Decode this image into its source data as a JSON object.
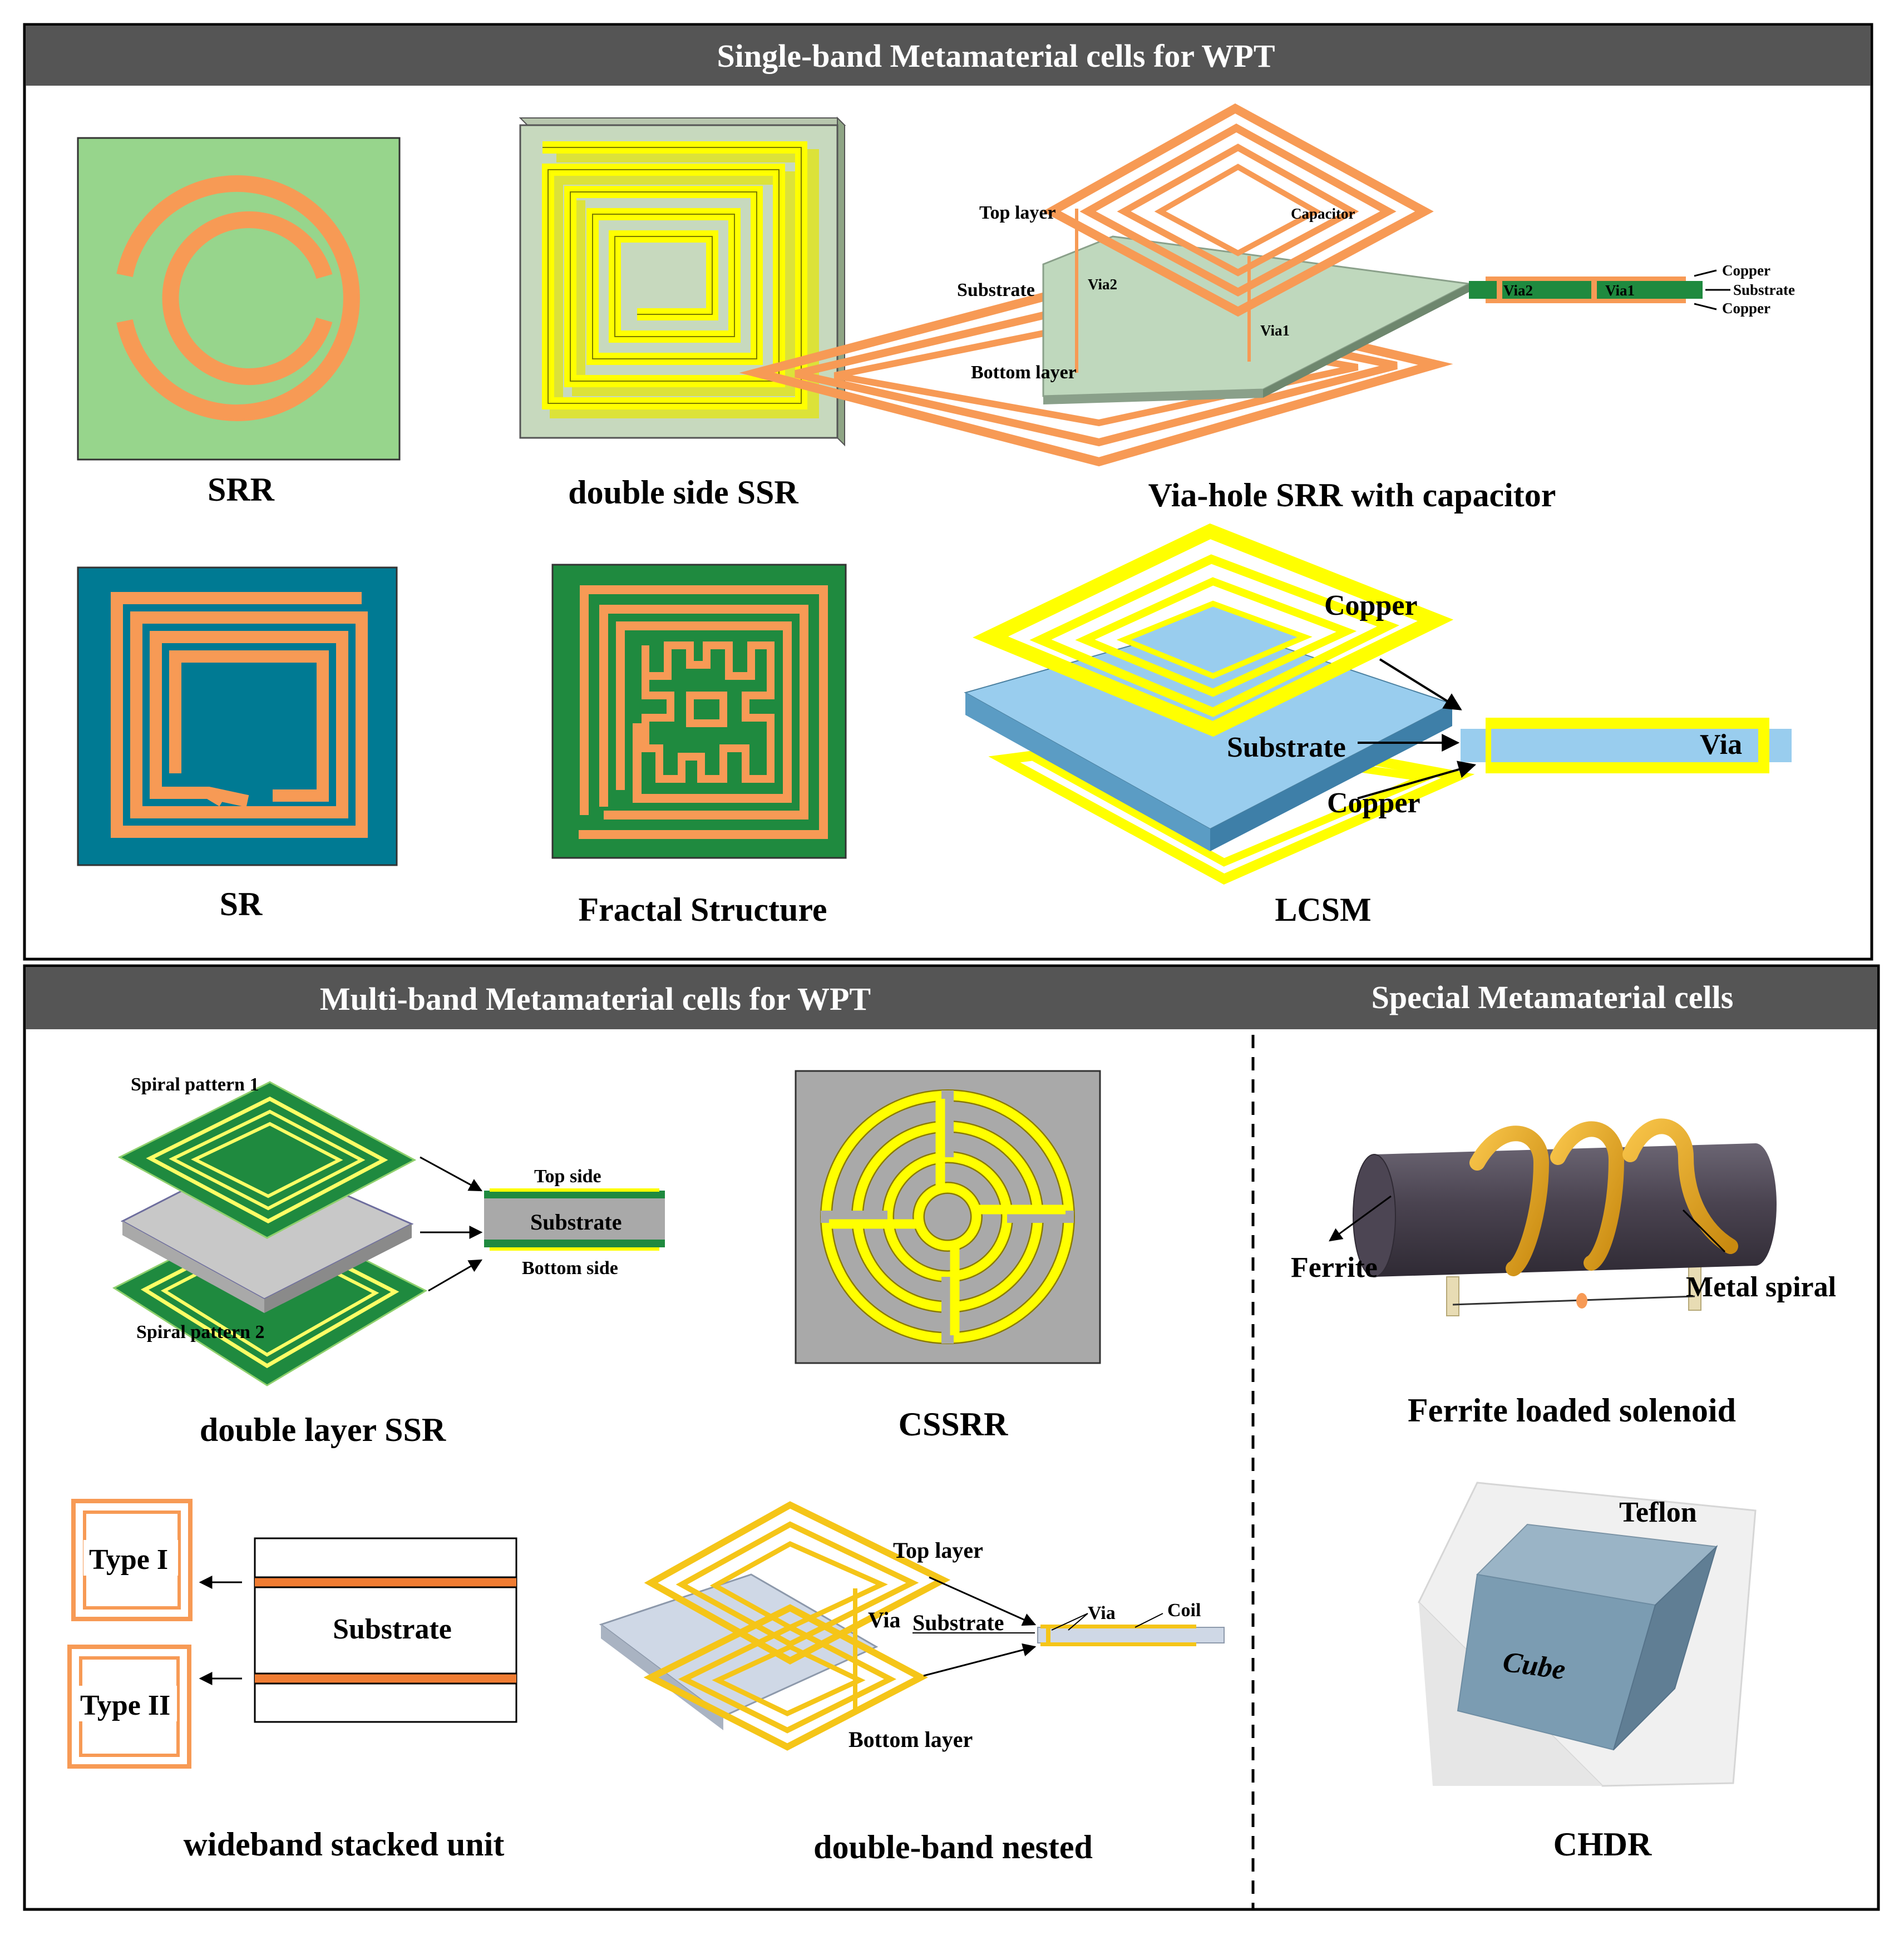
{
  "panels": {
    "single_band": {
      "header": "Single-band Metamaterial cells for WPT",
      "cells": {
        "srr": "SRR",
        "double_side_ssr": "double side SSR",
        "via_hole": "Via-hole SRR with capacitor",
        "sr": "SR",
        "fractal": "Fractal Structure",
        "lcsm": "LCSM"
      },
      "via_hole_labels": {
        "top_layer": "Top layer",
        "substrate": "Substrate",
        "bottom_layer": "Bottom layer",
        "via2": "Via2",
        "via1": "Via1",
        "capacitor": "Capacitor",
        "copper_top": "Copper",
        "substrate_side": "Substrate",
        "copper_bottom": "Copper"
      },
      "lcsm_labels": {
        "copper_top": "Copper",
        "substrate": "Substrate",
        "copper_bottom": "Copper",
        "via": "Via"
      }
    },
    "multi_band": {
      "header": "Multi-band Metamaterial cells for WPT",
      "cells": {
        "double_layer_ssr": "double layer SSR",
        "cssrr": "CSSRR",
        "wideband": "wideband stacked unit",
        "double_band": "double-band nested"
      },
      "double_layer_labels": {
        "spiral1": "Spiral pattern 1",
        "spiral2": "Spiral pattern 2",
        "top_side": "Top side",
        "substrate": "Substrate",
        "bottom_side": "Bottom side"
      },
      "wideband_labels": {
        "type1": "Type I",
        "type2": "Type II",
        "substrate": "Substrate"
      },
      "double_band_labels": {
        "top_layer": "Top layer",
        "via": "Via",
        "substrate": "Substrate",
        "bottom_layer": "Bottom layer",
        "via_side": "Via",
        "coil": "Coil"
      }
    },
    "special": {
      "header": "Special Metamaterial cells",
      "cells": {
        "ferrite": "Ferrite loaded solenoid",
        "chdr": "CHDR"
      },
      "ferrite_labels": {
        "ferrite": "Ferrite",
        "metal_spiral": "Metal spiral"
      },
      "chdr_labels": {
        "teflon": "Teflon",
        "cube": "Cube"
      }
    }
  },
  "colors": {
    "header_bg": "#555555",
    "orange": "#f79a55",
    "yellow": "#ffff00",
    "gold": "#f5c518",
    "light_green": "#97d58c",
    "dark_green": "#1f8a3f",
    "teal": "#007a93",
    "light_blue": "#99cdee",
    "gray": "#a9a9a9"
  }
}
